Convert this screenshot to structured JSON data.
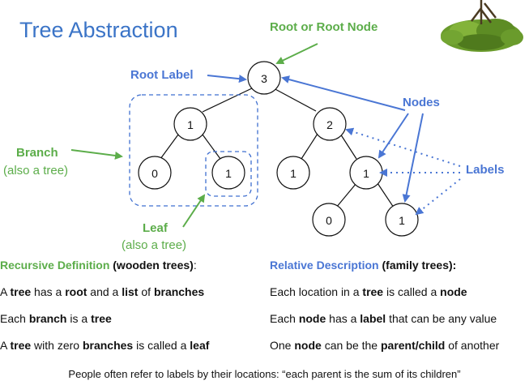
{
  "title": "Tree Abstraction",
  "annotations": {
    "root_or_root_node": "Root or Root Node",
    "root_label": "Root Label",
    "nodes": "Nodes",
    "labels": "Labels",
    "branch": "Branch",
    "branch_sub": "(also a tree)",
    "leaf": "Leaf",
    "leaf_sub": "(also a tree)"
  },
  "nodes": {
    "root": "3",
    "left_branch_root": "1",
    "left_leaf_0": "0",
    "left_leaf_1": "1",
    "right_branch_root": "2",
    "right_leaf_1": "1",
    "right_mid": "1",
    "right_mid_leaf_0": "0",
    "right_mid_leaf_1": "1"
  },
  "left_column": {
    "heading_green": "Recursive Definition",
    "heading_rest": "(wooden trees)",
    "heading_colon": ":",
    "line1": [
      "A ",
      "tree",
      " has a ",
      "root",
      " and a ",
      "list",
      " of ",
      "branches"
    ],
    "line2": [
      "Each ",
      "branch",
      " is a ",
      "tree"
    ],
    "line3": [
      "A ",
      "tree",
      " with zero ",
      "branches",
      " is called a ",
      "leaf"
    ]
  },
  "right_column": {
    "heading_blue": "Relative Description",
    "heading_rest": "(family trees)",
    "heading_colon": ":",
    "line1": [
      "Each location in a ",
      "tree",
      " is called a ",
      "node"
    ],
    "line2": [
      "Each ",
      "node",
      " has a ",
      "label",
      " that can be any value"
    ],
    "line3": [
      "One ",
      "node",
      " can be the ",
      "parent/child",
      " of another"
    ]
  },
  "footer": "People often refer to labels by their locations: “each parent is the sum of its children”",
  "colors": {
    "title_blue": "#3b74c7",
    "annotation_blue": "#4a76d4",
    "annotation_green": "#5cad4a",
    "dashed_blue": "#3f6fd0"
  }
}
